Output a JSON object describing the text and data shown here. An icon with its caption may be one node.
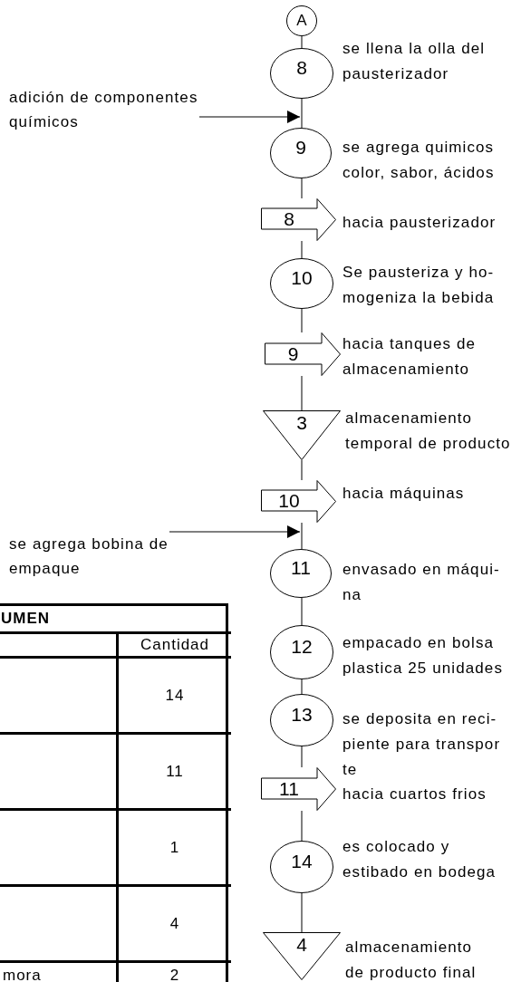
{
  "diagram": {
    "nodes": [
      {
        "text": [
          "A"
        ]
      },
      {
        "text": [
          "8"
        ],
        "beside": [
          "se llena la olla del pausterizador"
        ]
      },
      {
        "text": [
          "adición de componentes químicos"
        ]
      },
      {
        "text": [
          "9"
        ],
        "beside": [
          "se agrega quimicos color, sabor, ácidos"
        ]
      },
      {
        "text": [
          "8"
        ],
        "beside": [
          "hacia pausterizador"
        ]
      },
      {
        "text": [
          "10"
        ],
        "beside": [
          "Se pausteriza y ho- mogeniza la bebida"
        ]
      },
      {
        "text": [
          "9"
        ],
        "beside": [
          "hacia tanques de almacenamiento"
        ]
      },
      {
        "text": [
          "3"
        ],
        "beside": [
          "almacenamiento temporal de producto"
        ]
      },
      {
        "text": [
          "10"
        ],
        "beside": [
          "hacia máquinas"
        ]
      },
      {
        "text": [
          "se agrega bobina de empaque"
        ]
      },
      {
        "text": [
          "11"
        ],
        "beside": [
          "envasado en máqui- na"
        ]
      },
      {
        "text": [
          "12"
        ],
        "beside": [
          "empacado en bolsa plastica 25 unidades"
        ]
      },
      {
        "text": [
          "13"
        ],
        "beside": [
          "se deposita en reci- piente para transpor te"
        ]
      },
      {
        "text": [
          "11"
        ],
        "beside": [
          "hacia cuartos frios"
        ]
      },
      {
        "text": [
          "14"
        ],
        "beside": [
          "es colocado y estibado en bodega"
        ]
      },
      {
        "text": [
          "4"
        ],
        "beside": [
          "almacenamiento de producto final"
        ]
      }
    ],
    "edges": [
      {
        "from": 0,
        "to": 1,
        "arrow": "none"
      },
      {
        "from": 1,
        "to": 3,
        "arrow": "none"
      },
      {
        "from": 2,
        "to": 3,
        "arrow": "to"
      },
      {
        "from": 3,
        "to": 4,
        "arrow": "none"
      },
      {
        "from": 4,
        "to": 5,
        "arrow": "none"
      },
      {
        "from": 5,
        "to": 6,
        "arrow": "none"
      },
      {
        "from": 6,
        "to": 7,
        "arrow": "none"
      },
      {
        "from": 7,
        "to": 8,
        "arrow": "none"
      },
      {
        "from": 8,
        "to": 10,
        "arrow": "none"
      },
      {
        "from": 9,
        "to": 10,
        "arrow": "to"
      },
      {
        "from": 10,
        "to": 11,
        "arrow": "none"
      },
      {
        "from": 11,
        "to": 12,
        "arrow": "none"
      },
      {
        "from": 12,
        "to": 13,
        "arrow": "none"
      },
      {
        "from": 13,
        "to": 14,
        "arrow": "none"
      },
      {
        "from": 14,
        "to": 15,
        "arrow": "none"
      }
    ],
    "labels": [
      "UMEN",
      "Cantidad",
      "14",
      "11",
      "1",
      "4",
      "mora",
      "2"
    ]
  }
}
